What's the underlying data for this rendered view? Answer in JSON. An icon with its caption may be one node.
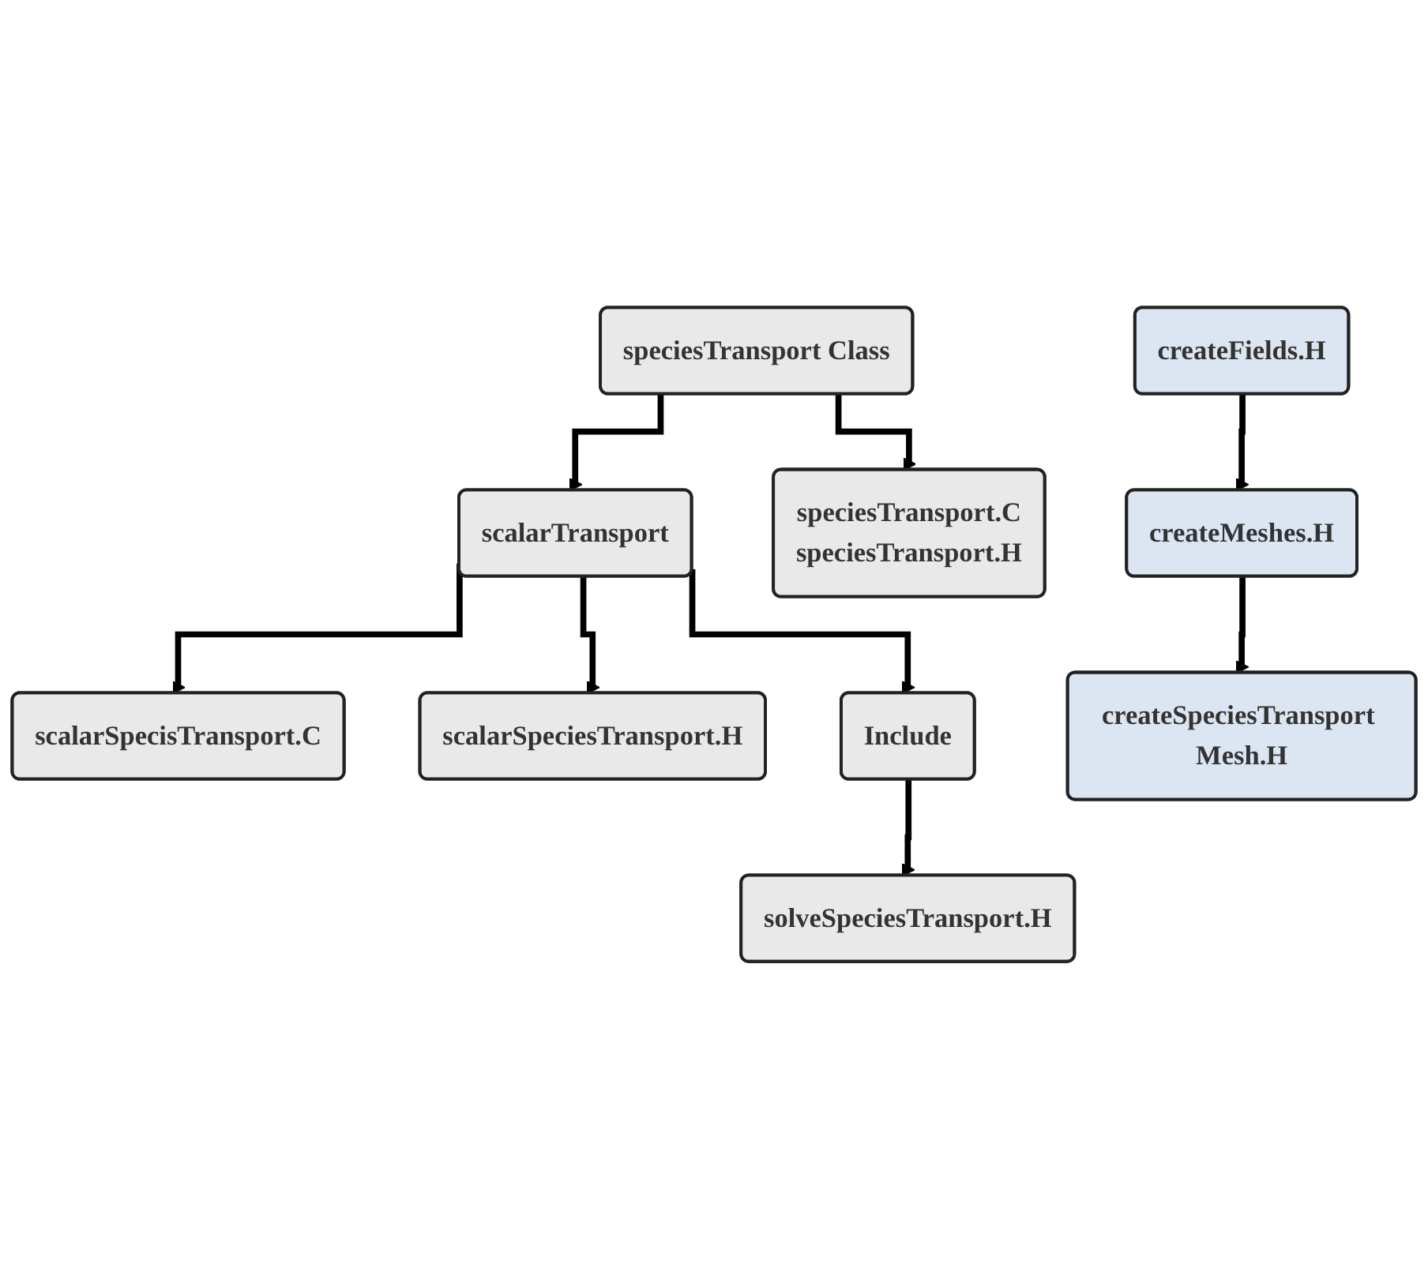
{
  "diagram": {
    "nodes": [
      {
        "text": [
          "speciesTransport Class"
        ]
      },
      {
        "text": [
          "scalarTransport"
        ]
      },
      {
        "text": [
          "scalarSpecisTransport.C"
        ]
      },
      {
        "text": [
          "scalarSpeciesTransport.H"
        ]
      },
      {
        "text": [
          "Include"
        ]
      },
      {
        "text": [
          "solveSpeciesTransport.H"
        ]
      },
      {
        "text": [
          "speciesTransport.C",
          "speciesTransport.H"
        ]
      },
      {
        "text": [
          "createFields.H"
        ]
      },
      {
        "text": [
          "createMeshes.H"
        ]
      },
      {
        "text": [
          "createSpeciesTransport Mesh.H"
        ]
      }
    ],
    "edges": [
      {
        "from": 0,
        "to": 1,
        "arrow": "to"
      },
      {
        "from": 1,
        "to": 2,
        "arrow": "to"
      },
      {
        "from": 1,
        "to": 3,
        "arrow": "to"
      },
      {
        "from": 1,
        "to": 4,
        "arrow": "to"
      },
      {
        "from": 4,
        "to": 5,
        "arrow": "to"
      },
      {
        "from": 0,
        "to": 6,
        "arrow": "to"
      },
      {
        "from": 7,
        "to": 8,
        "arrow": "to"
      },
      {
        "from": 8,
        "to": 9,
        "arrow": "to"
      }
    ]
  }
}
